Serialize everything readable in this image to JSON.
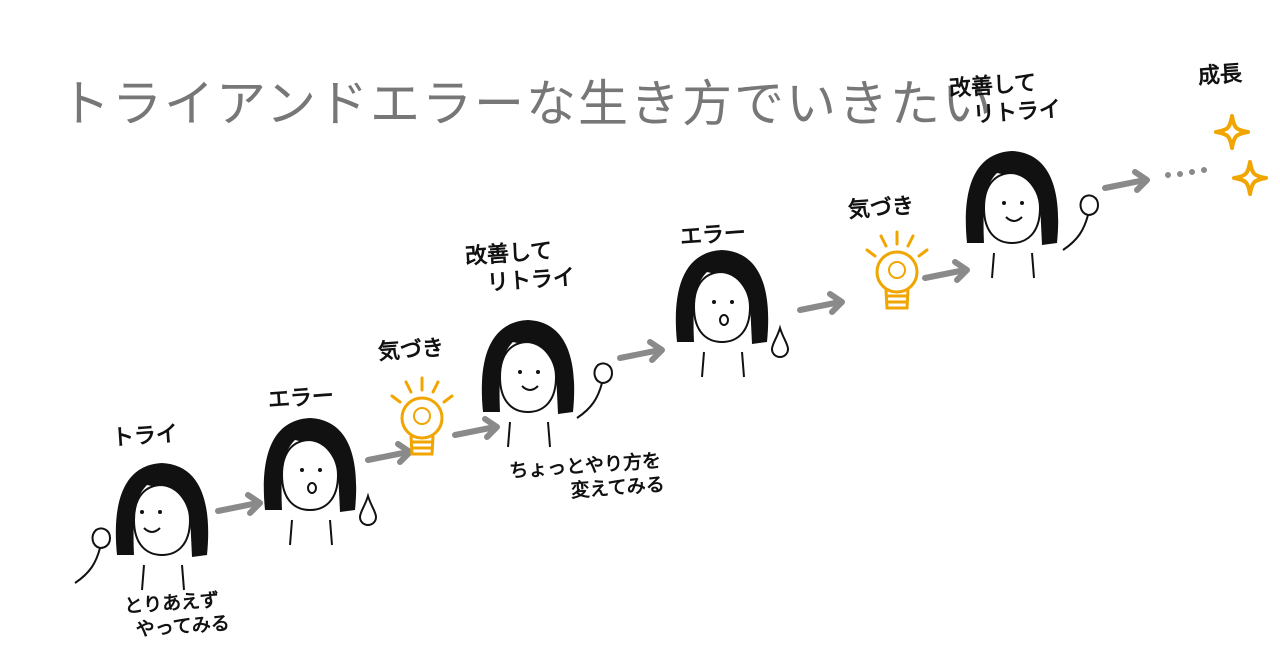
{
  "title": "トライアンドエラーな生き方でいきたい",
  "colors": {
    "accent": "#f0a500",
    "arrow": "#8a8a8a",
    "title": "#777777",
    "ink": "#111111"
  },
  "steps": [
    {
      "label": "トライ",
      "caption_lines": [
        "とりあえず",
        "やってみる"
      ]
    },
    {
      "label": "エラー"
    },
    {
      "label": "気づき"
    },
    {
      "label": "改善して",
      "label2": "リトライ",
      "caption_lines": [
        "ちょっとやり方を",
        "変えてみる"
      ]
    },
    {
      "label": "エラー"
    },
    {
      "label": "気づき"
    },
    {
      "label": "改善して",
      "label2": "リトライ"
    },
    {
      "label": "成長"
    }
  ]
}
